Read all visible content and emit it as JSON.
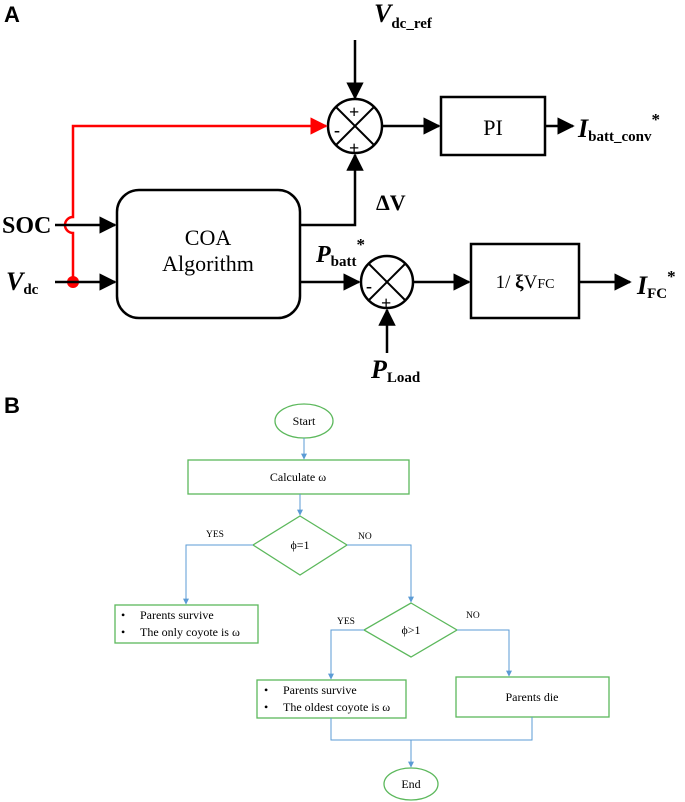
{
  "panels": {
    "a": "A",
    "b": "B"
  },
  "block_diagram": {
    "vdc_ref": {
      "main": "V",
      "sub": "dc_ref"
    },
    "soc": "SOC",
    "vdc": {
      "main": "V",
      "sub": "dc"
    },
    "coa_line1": "COA",
    "coa_line2": "Algorithm",
    "delta_v": "ΔV",
    "pbatt": {
      "main": "P",
      "sub": "batt",
      "sup": "*"
    },
    "pload": {
      "main": "P",
      "sub": "Load"
    },
    "pi": "PI",
    "ibatt": {
      "main": "I",
      "sub": "batt_conv",
      "sup": "*"
    },
    "fc_block": {
      "prefix": "1/ ",
      "xi": "ξ",
      "v": "V",
      "sub": "FC"
    },
    "ifc": {
      "main": "I",
      "sub": "FC",
      "sup": "*"
    },
    "sum1_signs": {
      "top": "+",
      "left": "-",
      "bottom": "+"
    },
    "sum2_signs": {
      "left": "-",
      "bottom": "+"
    },
    "colors": {
      "feedback": "#ff0000",
      "flowchart_box": "#5cb85c",
      "flowchart_arrow": "#5b9bd5"
    }
  },
  "flowchart": {
    "start": "Start",
    "calculate": "Calculate ω",
    "decision1": "ϕ=1",
    "yes1": "YES",
    "no1": "NO",
    "left_box": [
      "Parents survive",
      "The only coyote is ω"
    ],
    "decision2": "ϕ>1",
    "yes2": "YES",
    "no2": "NO",
    "mid_box": [
      "Parents survive",
      "The oldest coyote is ω"
    ],
    "right_box": "Parents die",
    "end": "End"
  }
}
